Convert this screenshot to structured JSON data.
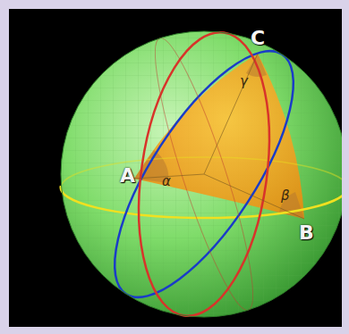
{
  "diagram": {
    "labels": [
      "A",
      "C",
      "B",
      "α",
      "β",
      "γ"
    ]
  }
}
